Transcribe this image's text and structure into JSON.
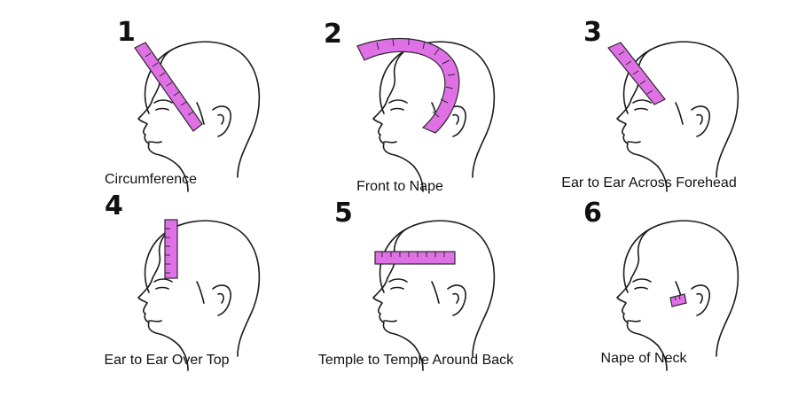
{
  "tape_color": "#e070e6",
  "line_color": "#1a1a1a",
  "panels": [
    {
      "number": "1",
      "caption": "Circumference"
    },
    {
      "number": "2",
      "caption": "Front to Nape"
    },
    {
      "number": "3",
      "caption": "Ear to Ear Across Forehead"
    },
    {
      "number": "4",
      "caption": "Ear to Ear Over Top"
    },
    {
      "number": "5",
      "caption": "Temple to Temple Around Back"
    },
    {
      "number": "6",
      "caption": "Nape of Neck"
    }
  ]
}
